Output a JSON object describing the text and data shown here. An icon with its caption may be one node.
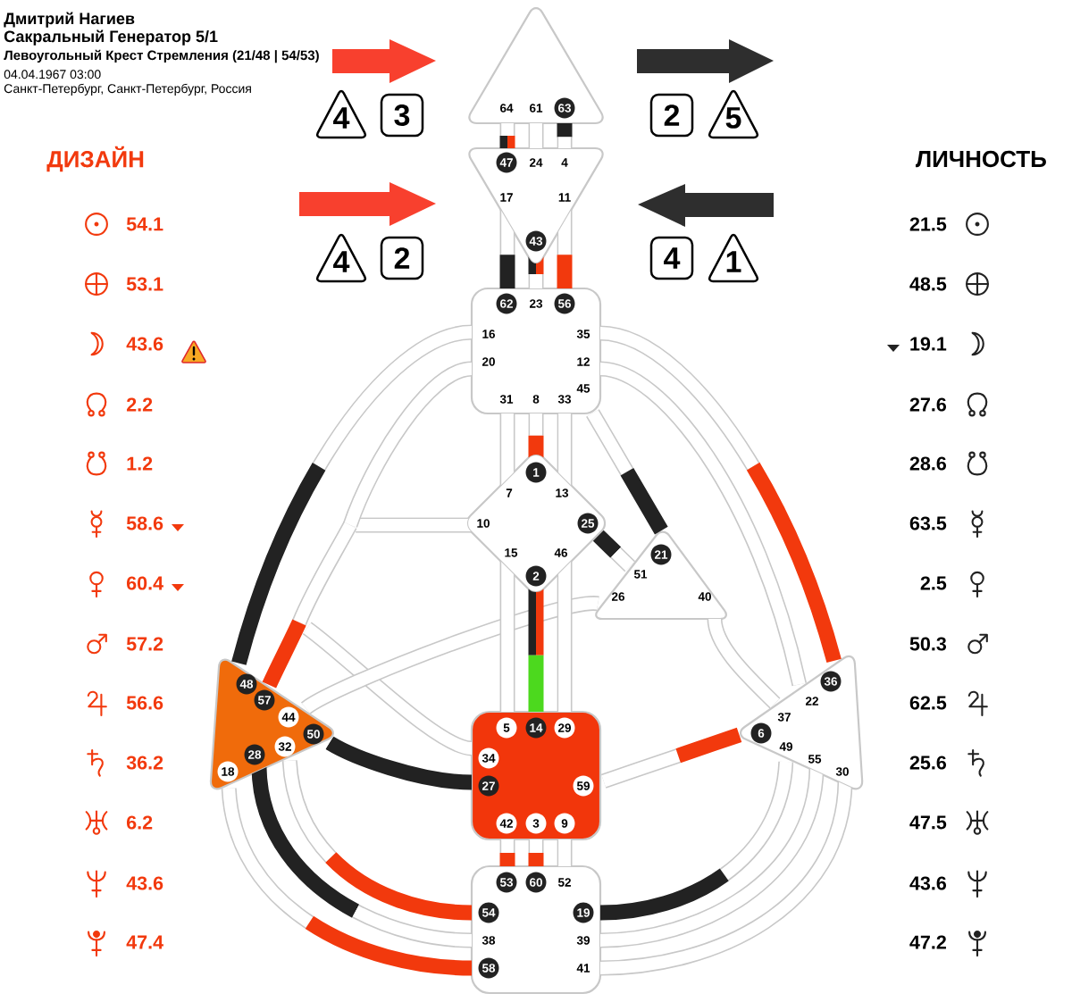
{
  "diagram": {
    "title": "Дмитрий Нагиев",
    "nodes": [
      {
        "text": [
          "64",
          "61"
        ]
      },
      {
        "text": [
          "24",
          "4",
          "17",
          "11"
        ]
      },
      {
        "text": [
          "23",
          "16",
          "35",
          "20",
          "12",
          "45",
          "31",
          "8",
          "33"
        ]
      },
      {
        "text": [
          "7",
          "13",
          "10",
          "15",
          "46"
        ]
      },
      {
        "text": [
          "51",
          "26",
          "40"
        ]
      },
      {
        "text": [],
        "shape": "triangle"
      },
      {
        "text": [],
        "shape": "box"
      },
      {
        "text": [
          "22",
          "37",
          "49",
          "55",
          "30"
        ]
      },
      {
        "text": [
          "52",
          "38",
          "39",
          "41"
        ]
      },
      {
        "text": [
          "63"
        ],
        "in": 0
      },
      {
        "text": [
          "47"
        ],
        "in": 1
      },
      {
        "text": [
          "43"
        ],
        "in": 1
      },
      {
        "text": [
          "62"
        ],
        "in": 2
      },
      {
        "text": [
          "56"
        ],
        "in": 2
      },
      {
        "text": [
          "1"
        ],
        "in": 3
      },
      {
        "text": [
          "25"
        ],
        "in": 3
      },
      {
        "text": [
          "2"
        ],
        "in": 3
      },
      {
        "text": [
          "21"
        ],
        "in": 4
      },
      {
        "text": [
          "48"
        ],
        "in": 5
      },
      {
        "text": [
          "57"
        ],
        "in": 5
      },
      {
        "text": [
          "44"
        ],
        "in": 5
      },
      {
        "text": [
          "50"
        ],
        "in": 5
      },
      {
        "text": [
          "32"
        ],
        "in": 5
      },
      {
        "text": [
          "28"
        ],
        "in": 5
      },
      {
        "text": [
          "18"
        ],
        "in": 5
      },
      {
        "text": [
          "5"
        ],
        "in": 6
      },
      {
        "text": [
          "14"
        ],
        "in": 6
      },
      {
        "text": [
          "29"
        ],
        "in": 6
      },
      {
        "text": [
          "34"
        ],
        "in": 6
      },
      {
        "text": [
          "27"
        ],
        "in": 6
      },
      {
        "text": [
          "59"
        ],
        "in": 6
      },
      {
        "text": [
          "42"
        ],
        "in": 6
      },
      {
        "text": [
          "3"
        ],
        "in": 6
      },
      {
        "text": [
          "9"
        ],
        "in": 6
      },
      {
        "text": [
          "36"
        ],
        "in": 7
      },
      {
        "text": [
          "6"
        ],
        "in": 7
      },
      {
        "text": [
          "53"
        ],
        "in": 8
      },
      {
        "text": [
          "60"
        ],
        "in": 8
      },
      {
        "text": [
          "54"
        ],
        "in": 8
      },
      {
        "text": [
          "19"
        ],
        "in": 8
      },
      {
        "text": [
          "58"
        ],
        "in": 8
      },
      {
        "text": [
          "4"
        ]
      },
      {
        "text": [
          "3"
        ]
      },
      {
        "text": [
          "2"
        ]
      },
      {
        "text": [
          "5"
        ]
      },
      {
        "text": [
          "4"
        ]
      },
      {
        "text": [
          "2"
        ]
      },
      {
        "text": [
          "4"
        ]
      },
      {
        "text": [
          "1"
        ]
      }
    ],
    "edges": [
      {
        "from": 0,
        "to": 1,
        "arrow": "none"
      },
      {
        "from": 0,
        "to": 1,
        "arrow": "none"
      },
      {
        "from": 0,
        "to": 1,
        "arrow": "none",
        "color": "#222222"
      },
      {
        "from": 1,
        "to": 2,
        "arrow": "none"
      },
      {
        "from": 1,
        "to": 2,
        "arrow": "none",
        "color": "#222222"
      },
      {
        "from": 1,
        "to": 2,
        "arrow": "none"
      },
      {
        "from": 2,
        "to": 3,
        "arrow": "none"
      },
      {
        "from": 2,
        "to": 3,
        "arrow": "none"
      },
      {
        "from": 2,
        "to": 3,
        "arrow": "none"
      },
      {
        "from": 3,
        "to": 2,
        "arrow": "none"
      },
      {
        "from": 2,
        "to": 6,
        "arrow": "none"
      },
      {
        "from": 2,
        "to": 5,
        "arrow": "none"
      },
      {
        "from": 2,
        "to": 5,
        "arrow": "none",
        "color": "#222222"
      },
      {
        "from": 3,
        "to": 5,
        "arrow": "none"
      },
      {
        "from": 3,
        "to": 6,
        "arrow": "none"
      },
      {
        "from": 6,
        "to": 5,
        "arrow": "none"
      },
      {
        "from": 2,
        "to": 4,
        "arrow": "none",
        "color": "#222222"
      },
      {
        "from": 2,
        "to": 7,
        "arrow": "none",
        "color": "#f2390d"
      },
      {
        "from": 2,
        "to": 7,
        "arrow": "none"
      },
      {
        "from": 3,
        "to": 4,
        "arrow": "none",
        "color": "#222222"
      },
      {
        "from": 3,
        "to": 6,
        "arrow": "none",
        "color": "#222222"
      },
      {
        "from": 3,
        "to": 6,
        "arrow": "none"
      },
      {
        "from": 3,
        "to": 6,
        "arrow": "none"
      },
      {
        "from": 4,
        "to": 5,
        "arrow": "none"
      },
      {
        "from": 4,
        "to": 7,
        "arrow": "none"
      },
      {
        "from": 6,
        "to": 5,
        "arrow": "none",
        "color": "#222222"
      },
      {
        "from": 6,
        "to": 7,
        "arrow": "none"
      },
      {
        "from": 6,
        "to": 8,
        "arrow": "none"
      },
      {
        "from": 6,
        "to": 8,
        "arrow": "none"
      },
      {
        "from": 6,
        "to": 8,
        "arrow": "none"
      },
      {
        "from": 5,
        "to": 8,
        "arrow": "none",
        "color": "#f2390d"
      },
      {
        "from": 5,
        "to": 8,
        "arrow": "none",
        "color": "#f2390d"
      },
      {
        "from": 5,
        "to": 8,
        "arrow": "none",
        "color": "#222222"
      },
      {
        "from": 7,
        "to": 8,
        "arrow": "none",
        "color": "#222222"
      },
      {
        "from": 7,
        "to": 8,
        "arrow": "none"
      },
      {
        "from": 7,
        "to": 8,
        "arrow": "none"
      }
    ],
    "labels": [
      "Сакральный Генератор 5/1",
      "Левоугольный Крест Стремления (21/48 | 54/53)",
      "04.04.1967 03:00",
      "Санкт-Петербург, Санкт-Петербург, Россия",
      "ДИЗАЙН",
      "54.1",
      "53.1",
      "43.6",
      "2.2",
      "1.2",
      "58.6",
      "60.4",
      "57.2",
      "56.6",
      "36.2",
      "6.2",
      "43.6",
      "47.4",
      "ЛИЧНОСТЬ",
      "21.5",
      "48.5",
      "19.1",
      "27.6",
      "28.6",
      "63.5",
      "2.5",
      "50.3",
      "62.5",
      "25.6",
      "47.5",
      "43.6",
      "47.2"
    ]
  }
}
